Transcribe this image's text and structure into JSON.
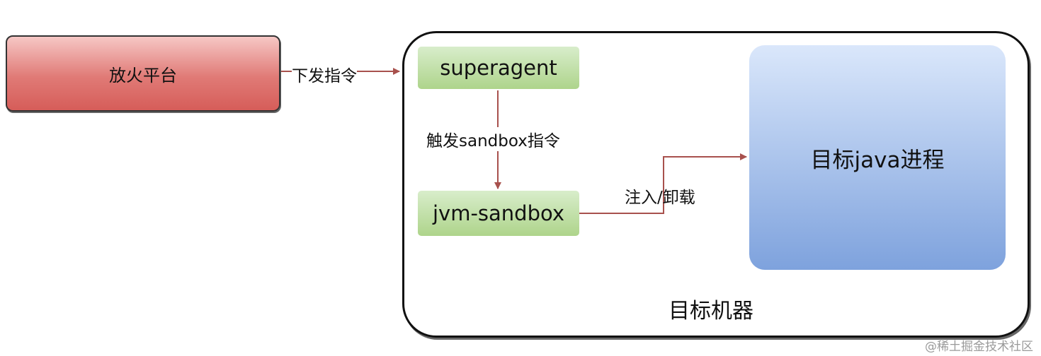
{
  "nodes": {
    "fire_platform": "放火平台",
    "superagent": "superagent",
    "jvm_sandbox": "jvm-sandbox",
    "java_process": "目标java进程",
    "target_machine": "目标机器"
  },
  "edges": {
    "dispatch": "下发指令",
    "trigger": "触发sandbox指令",
    "inject": "注入/卸载"
  },
  "watermark": "@稀土掘金技术社区",
  "colors": {
    "edge": "#a8514d",
    "fire_platform_fill": "#e07a76",
    "agent_fill": "#aed48b",
    "process_fill": "#7ea2dd"
  }
}
